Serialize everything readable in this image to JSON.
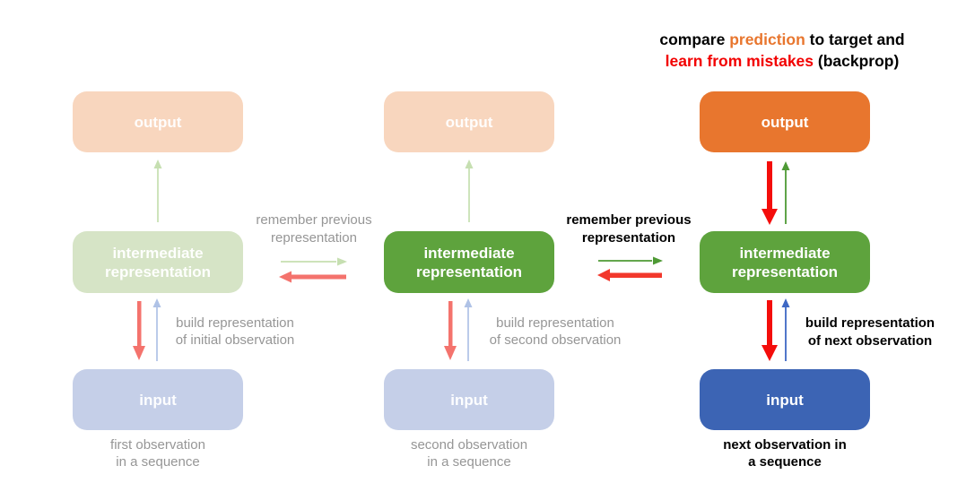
{
  "annotation": {
    "line1_black1": "compare ",
    "line1_orange": "prediction",
    "line1_black2": " to target and",
    "line2_red": "learn from mistakes",
    "line2_black": " (backprop)"
  },
  "columns": [
    {
      "state": "faded-past-step",
      "output_label": "output",
      "intermediate_label": "intermediate representation",
      "input_label": "input",
      "build_caption": [
        "build representation",
        "of initial observation"
      ],
      "input_caption": [
        "first observation",
        "in a sequence"
      ]
    },
    {
      "state": "current-step",
      "output_label": "output",
      "intermediate_label": "intermediate representation",
      "input_label": "input",
      "build_caption": [
        "build representation",
        "of second observation"
      ],
      "input_caption": [
        "second observation",
        "in a sequence"
      ]
    },
    {
      "state": "next-step-active",
      "output_label": "output",
      "intermediate_label": "intermediate representation",
      "input_label": "input",
      "build_caption": [
        "build representation",
        "of next observation"
      ],
      "input_caption": [
        "next observation in",
        "a sequence"
      ]
    }
  ],
  "connectors": [
    {
      "label": [
        "remember previous",
        "representation"
      ],
      "state": "faded"
    },
    {
      "label": [
        "remember previous",
        "representation"
      ],
      "state": "active"
    }
  ],
  "colors": {
    "pale_orange_box": "#F8D6BE",
    "orange_box": "#E8762E",
    "pale_green_box": "#D6E4C6",
    "green_box": "#5EA33D",
    "pale_blue_box": "#C5CFE8",
    "blue_box": "#3C64B4",
    "pale_green_arrow": "#C6DFB1",
    "dark_green_arrow": "#4E9A35",
    "pale_blue_arrow": "#AFC2E6",
    "blue_arrow": "#3E68C4",
    "salmon_arrow": "#F4736D",
    "red_arrow": "#F2382C",
    "vivid_red_arrow": "#F40D0B",
    "gray_text": "#969696",
    "black_text": "#000000",
    "annotation_orange": "#E8762E",
    "annotation_red": "#F20000"
  }
}
